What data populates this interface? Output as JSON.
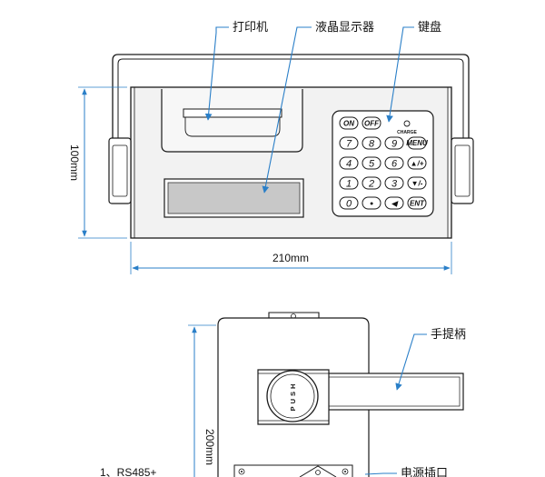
{
  "labels": {
    "printer": "打印机",
    "lcd": "液晶显示器",
    "keyboard": "键盘",
    "handle": "手提柄",
    "power_socket": "电源插口",
    "rs485": "1、RS485+"
  },
  "dimensions": {
    "height": "100mm",
    "width": "210mm",
    "depth": "200mm"
  },
  "charge_label": "CHARGE",
  "push_label": "PUSH",
  "keypad": {
    "row1": [
      "ON",
      "OFF"
    ],
    "row2": [
      "7",
      "8",
      "9",
      "MENU"
    ],
    "row3": [
      "4",
      "5",
      "6",
      "▲/+"
    ],
    "row4": [
      "1",
      "2",
      "3",
      "▼/-"
    ],
    "row5": [
      "0",
      "•",
      "◀",
      "ENT"
    ]
  },
  "colors": {
    "leader": "#2a7fc8",
    "outline": "#1a1a1a",
    "lcd_fill": "#c8c8c8",
    "body_fill": "#f2f2f2"
  }
}
